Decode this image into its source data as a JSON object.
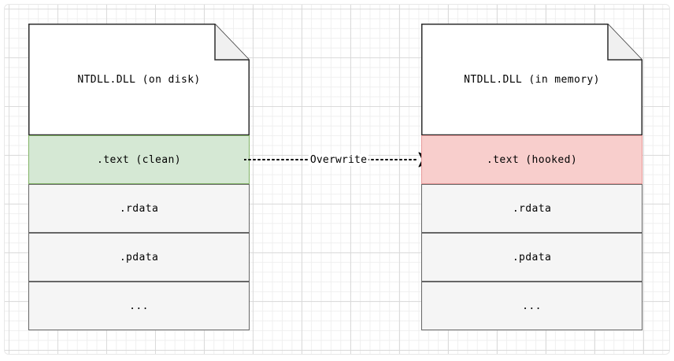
{
  "diagram": {
    "type": "flowchart",
    "title_text_visible": false,
    "colors": {
      "clean_fill": "#d5e8d4",
      "clean_stroke": "#82b366",
      "hooked_fill": "#f8cecc",
      "hooked_stroke": "#e79a9a",
      "neutral_fill": "#f5f5f5",
      "neutral_stroke": "#666666",
      "document_fill": "#ffffff",
      "document_stroke": "#2d2d2d",
      "fold_fill": "#f0f0f0",
      "grid_minor": "#eeeeee",
      "grid_major": "#d7d7d7",
      "edge_stroke": "#000000"
    },
    "nodes": [
      {
        "id": "disk",
        "header": "NTDLL.DLL (on disk)",
        "shape": "document-page-with-fold",
        "sections": [
          {
            "label": ".text (clean)",
            "style": "green"
          },
          {
            "label": ".rdata",
            "style": "gray"
          },
          {
            "label": ".pdata",
            "style": "gray"
          },
          {
            "label": "...",
            "style": "gray"
          }
        ]
      },
      {
        "id": "memory",
        "header": "NTDLL.DLL (in memory)",
        "shape": "document-page-with-fold",
        "sections": [
          {
            "label": ".text (hooked)",
            "style": "red"
          },
          {
            "label": ".rdata",
            "style": "gray"
          },
          {
            "label": ".pdata",
            "style": "gray"
          },
          {
            "label": "...",
            "style": "gray"
          }
        ]
      }
    ],
    "edges": [
      {
        "id": "overwrite",
        "label": "Overwrite",
        "from": "disk.text-clean",
        "to": "memory.text-hooked",
        "style": "dotted",
        "arrowhead": "filled-triangle",
        "direction": "left-to-right"
      }
    ]
  }
}
